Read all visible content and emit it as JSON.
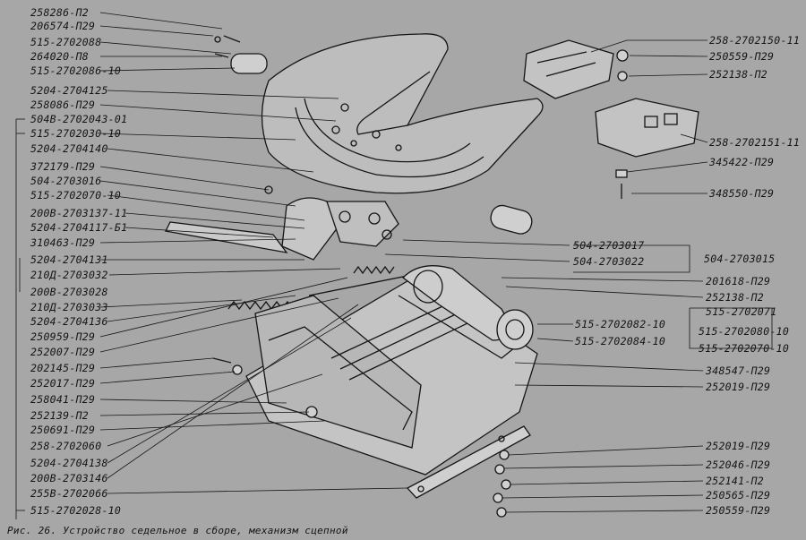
{
  "caption": "Рис. 26. Устройство седельное в сборе, механизм сцепной",
  "left_labels": [
    "258286-П2",
    "206574-П29",
    "515-2702088",
    "264020-П8",
    "515-2702086-10",
    "5204-2704125",
    "258086-П29",
    "504В-2702043-01",
    "515-2702030-10",
    "5204-2704140",
    "372179-П29",
    "504-2703016",
    "515-2702070-10",
    "200В-2703137-11",
    "5204-2704117-Б1",
    "310463-П29",
    "5204-2704131",
    "210Д-2703032",
    "200В-2703028",
    "210Д-2703033",
    "5204-2704136",
    "250959-П29",
    "252007-П29",
    "202145-П29",
    "252017-П29",
    "258041-П29",
    "252139-П2",
    "250691-П29",
    "258-2702060",
    "5204-2704138",
    "200В-2703146",
    "255В-2702066",
    "515-2702028-10"
  ],
  "right_labels": [
    "258-2702150-11",
    "250559-П29",
    "252138-П2",
    "258-2702151-11",
    "345422-П29",
    "348550-П29",
    "504-2703017",
    "504-2703022",
    "504-2703015",
    "201618-П29",
    "252138-П2",
    "515-2702071",
    "515-2702082-10",
    "515-2702080-10",
    "515-2702084-10",
    "515-2702070-10",
    "348547-П29",
    "252019-П29",
    "252019-П29",
    "252046-П29",
    "252141-П2",
    "250565-П29",
    "250559-П29"
  ]
}
